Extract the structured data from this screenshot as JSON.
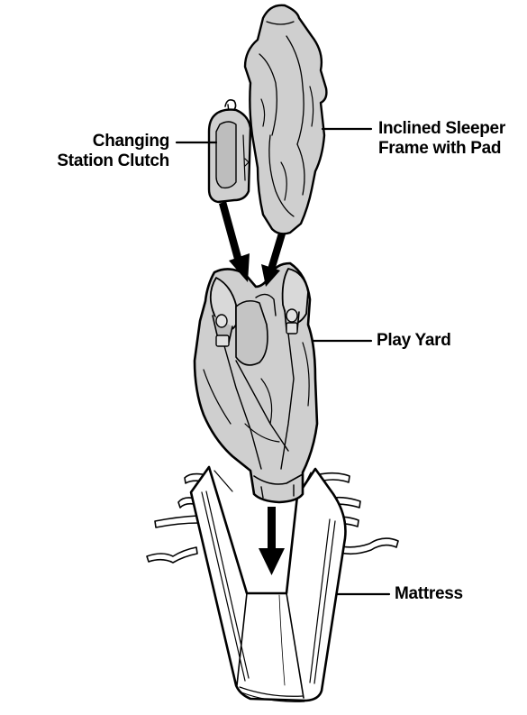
{
  "colors": {
    "part_fill": "#d2d2d2",
    "part_fill_dark": "#a9a9a9",
    "outline": "#000000",
    "background": "#ffffff"
  },
  "labels": {
    "changing_station_clutch": [
      "Changing",
      "Station Clutch"
    ],
    "inclined_sleeper": [
      "Inclined Sleeper",
      "Frame with Pad"
    ],
    "play_yard": "Play Yard",
    "mattress": "Mattress"
  }
}
